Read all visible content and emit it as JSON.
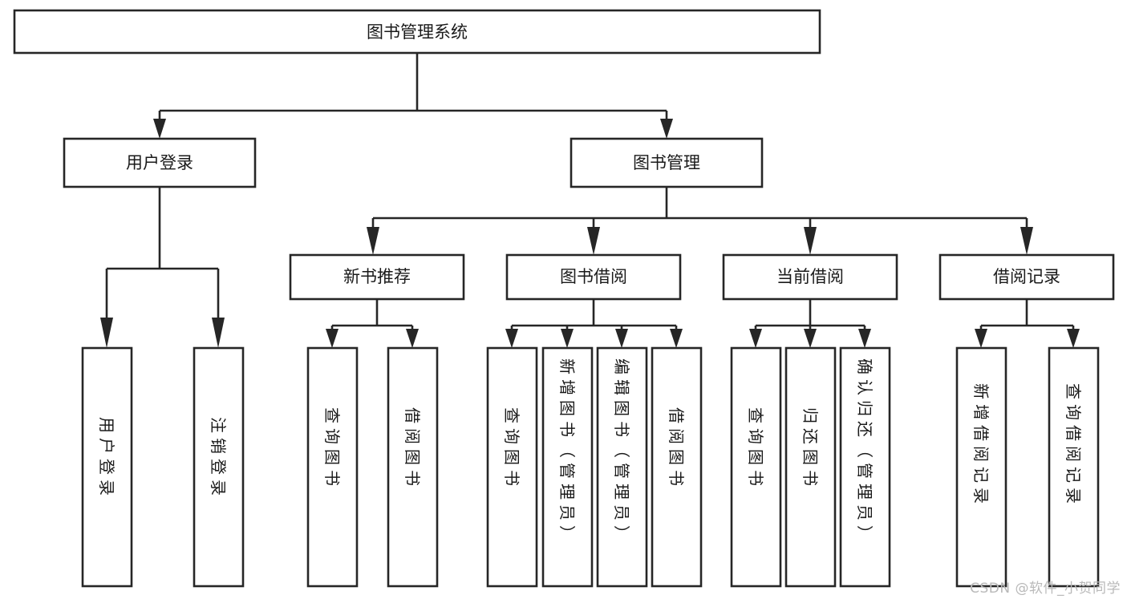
{
  "diagram": {
    "type": "tree-hierarchy",
    "title": "图书管理系统",
    "orientation": "top-down",
    "colors": {
      "box_fill": "#ffffff",
      "box_stroke": "#262626",
      "connector": "#262626",
      "text": "#1a1a1a",
      "watermark": "#b9b9b9"
    },
    "root": {
      "label": "图书管理系统"
    },
    "level2": [
      {
        "id": "user-login",
        "label": "用户登录"
      },
      {
        "id": "book-management",
        "label": "图书管理"
      }
    ],
    "level3": [
      {
        "id": "new-book-recommend",
        "label": "新书推荐"
      },
      {
        "id": "book-borrow",
        "label": "图书借阅"
      },
      {
        "id": "current-borrow",
        "label": "当前借阅"
      },
      {
        "id": "borrow-record",
        "label": "借阅记录"
      }
    ],
    "leaves": {
      "user-login": [
        {
          "id": "leaf-user-login",
          "label": "用户登录"
        },
        {
          "id": "leaf-logout-login",
          "label": "注销登录"
        }
      ],
      "new-book-recommend": [
        {
          "id": "leaf-query-book-1",
          "label": "查询图书"
        },
        {
          "id": "leaf-borrow-book-1",
          "label": "借阅图书"
        }
      ],
      "book-borrow": [
        {
          "id": "leaf-query-book-2",
          "label": "查询图书"
        },
        {
          "id": "leaf-add-book",
          "label": "新增图书（管理员）"
        },
        {
          "id": "leaf-edit-book",
          "label": "编辑图书（管理员）"
        },
        {
          "id": "leaf-borrow-book-2",
          "label": "借阅图书"
        }
      ],
      "current-borrow": [
        {
          "id": "leaf-query-book-3",
          "label": "查询图书"
        },
        {
          "id": "leaf-return-book",
          "label": "归还图书"
        },
        {
          "id": "leaf-confirm-return",
          "label": "确认归还（管理员）"
        }
      ],
      "borrow-record": [
        {
          "id": "leaf-add-record",
          "label": "新增借阅记录"
        },
        {
          "id": "leaf-query-record",
          "label": "查询借阅记录"
        }
      ]
    }
  },
  "watermark": {
    "text": "CSDN @软件_小贺同学"
  }
}
